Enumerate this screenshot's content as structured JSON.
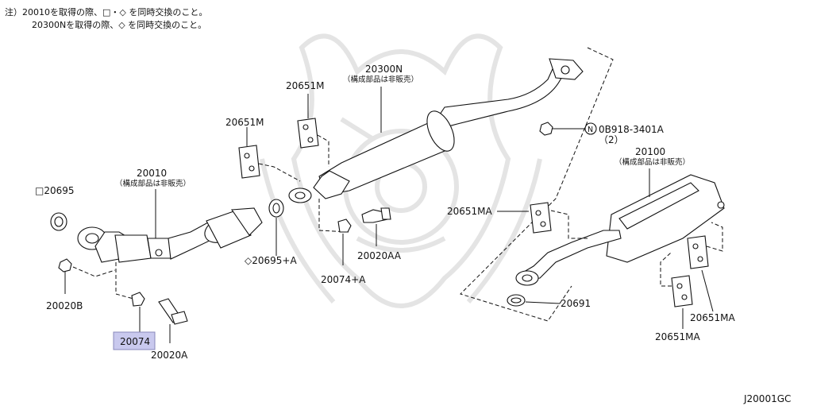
{
  "notes": {
    "line1": "注）20010を取得の際、□・◇ を同時交換のこと。",
    "line2": "20300Nを取得の際、◇ を同時交換のこと。"
  },
  "diagram_code": "J20001GC",
  "labels": {
    "p20300N": "20300N",
    "p20300N_sub": "（構成部品は非販売）",
    "p20651M_a": "20651M",
    "p20651M_b": "20651M",
    "p20010": "20010",
    "p20010_sub": "（構成部品は非販売）",
    "p20695": "□20695",
    "p20695A": "◇20695+A",
    "p20074A": "20074+A",
    "p20020AA": "20020AA",
    "p20020B": "20020B",
    "p20074": "20074",
    "p20020A": "20020A",
    "p0B918": "0B918-3401A",
    "p0B918_qty": "（2）",
    "p20100": "20100",
    "p20100_sub": "（構成部品は非販売）",
    "p20651MA_a": "20651MA",
    "p20651MA_b": "20651MA",
    "p20651MA_c": "20651MA",
    "p20691": "20691",
    "n_mark": "N"
  },
  "highlight_color": "#c9c9ee"
}
